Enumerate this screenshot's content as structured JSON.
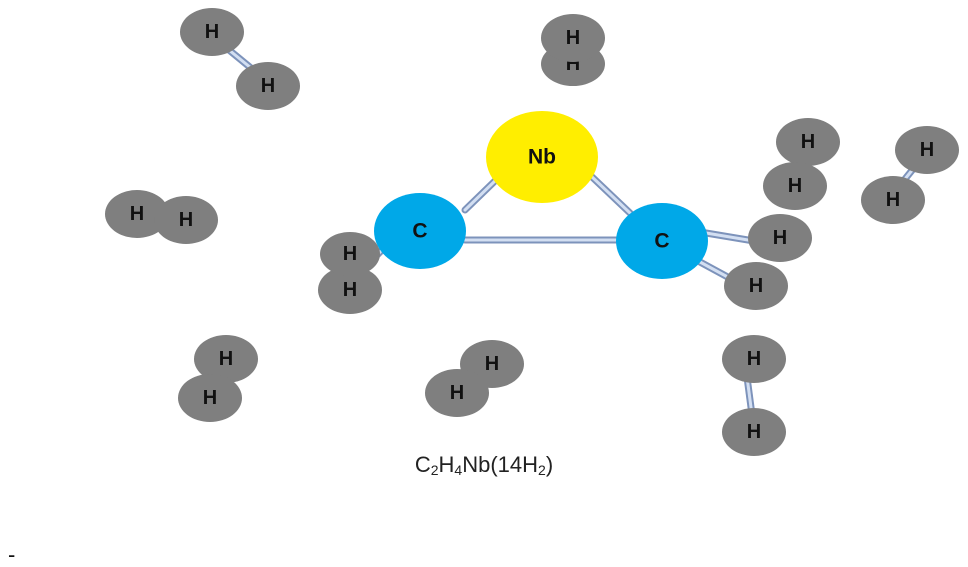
{
  "molecule": {
    "formula_parts": [
      {
        "text": "C",
        "sub": false
      },
      {
        "text": "2",
        "sub": true
      },
      {
        "text": "H",
        "sub": false
      },
      {
        "text": "4",
        "sub": true
      },
      {
        "text": "Nb(14H",
        "sub": false
      },
      {
        "text": "2",
        "sub": true
      },
      {
        "text": ")",
        "sub": false
      }
    ]
  },
  "atoms": {
    "nb": {
      "label": "Nb",
      "color": "#ffee00"
    },
    "c": {
      "label": "C",
      "color": "#00a8e8"
    },
    "h": {
      "label": "H",
      "color": "#7f7f7f"
    }
  },
  "bond_color": "#9db4d8",
  "footer_mark": "-"
}
